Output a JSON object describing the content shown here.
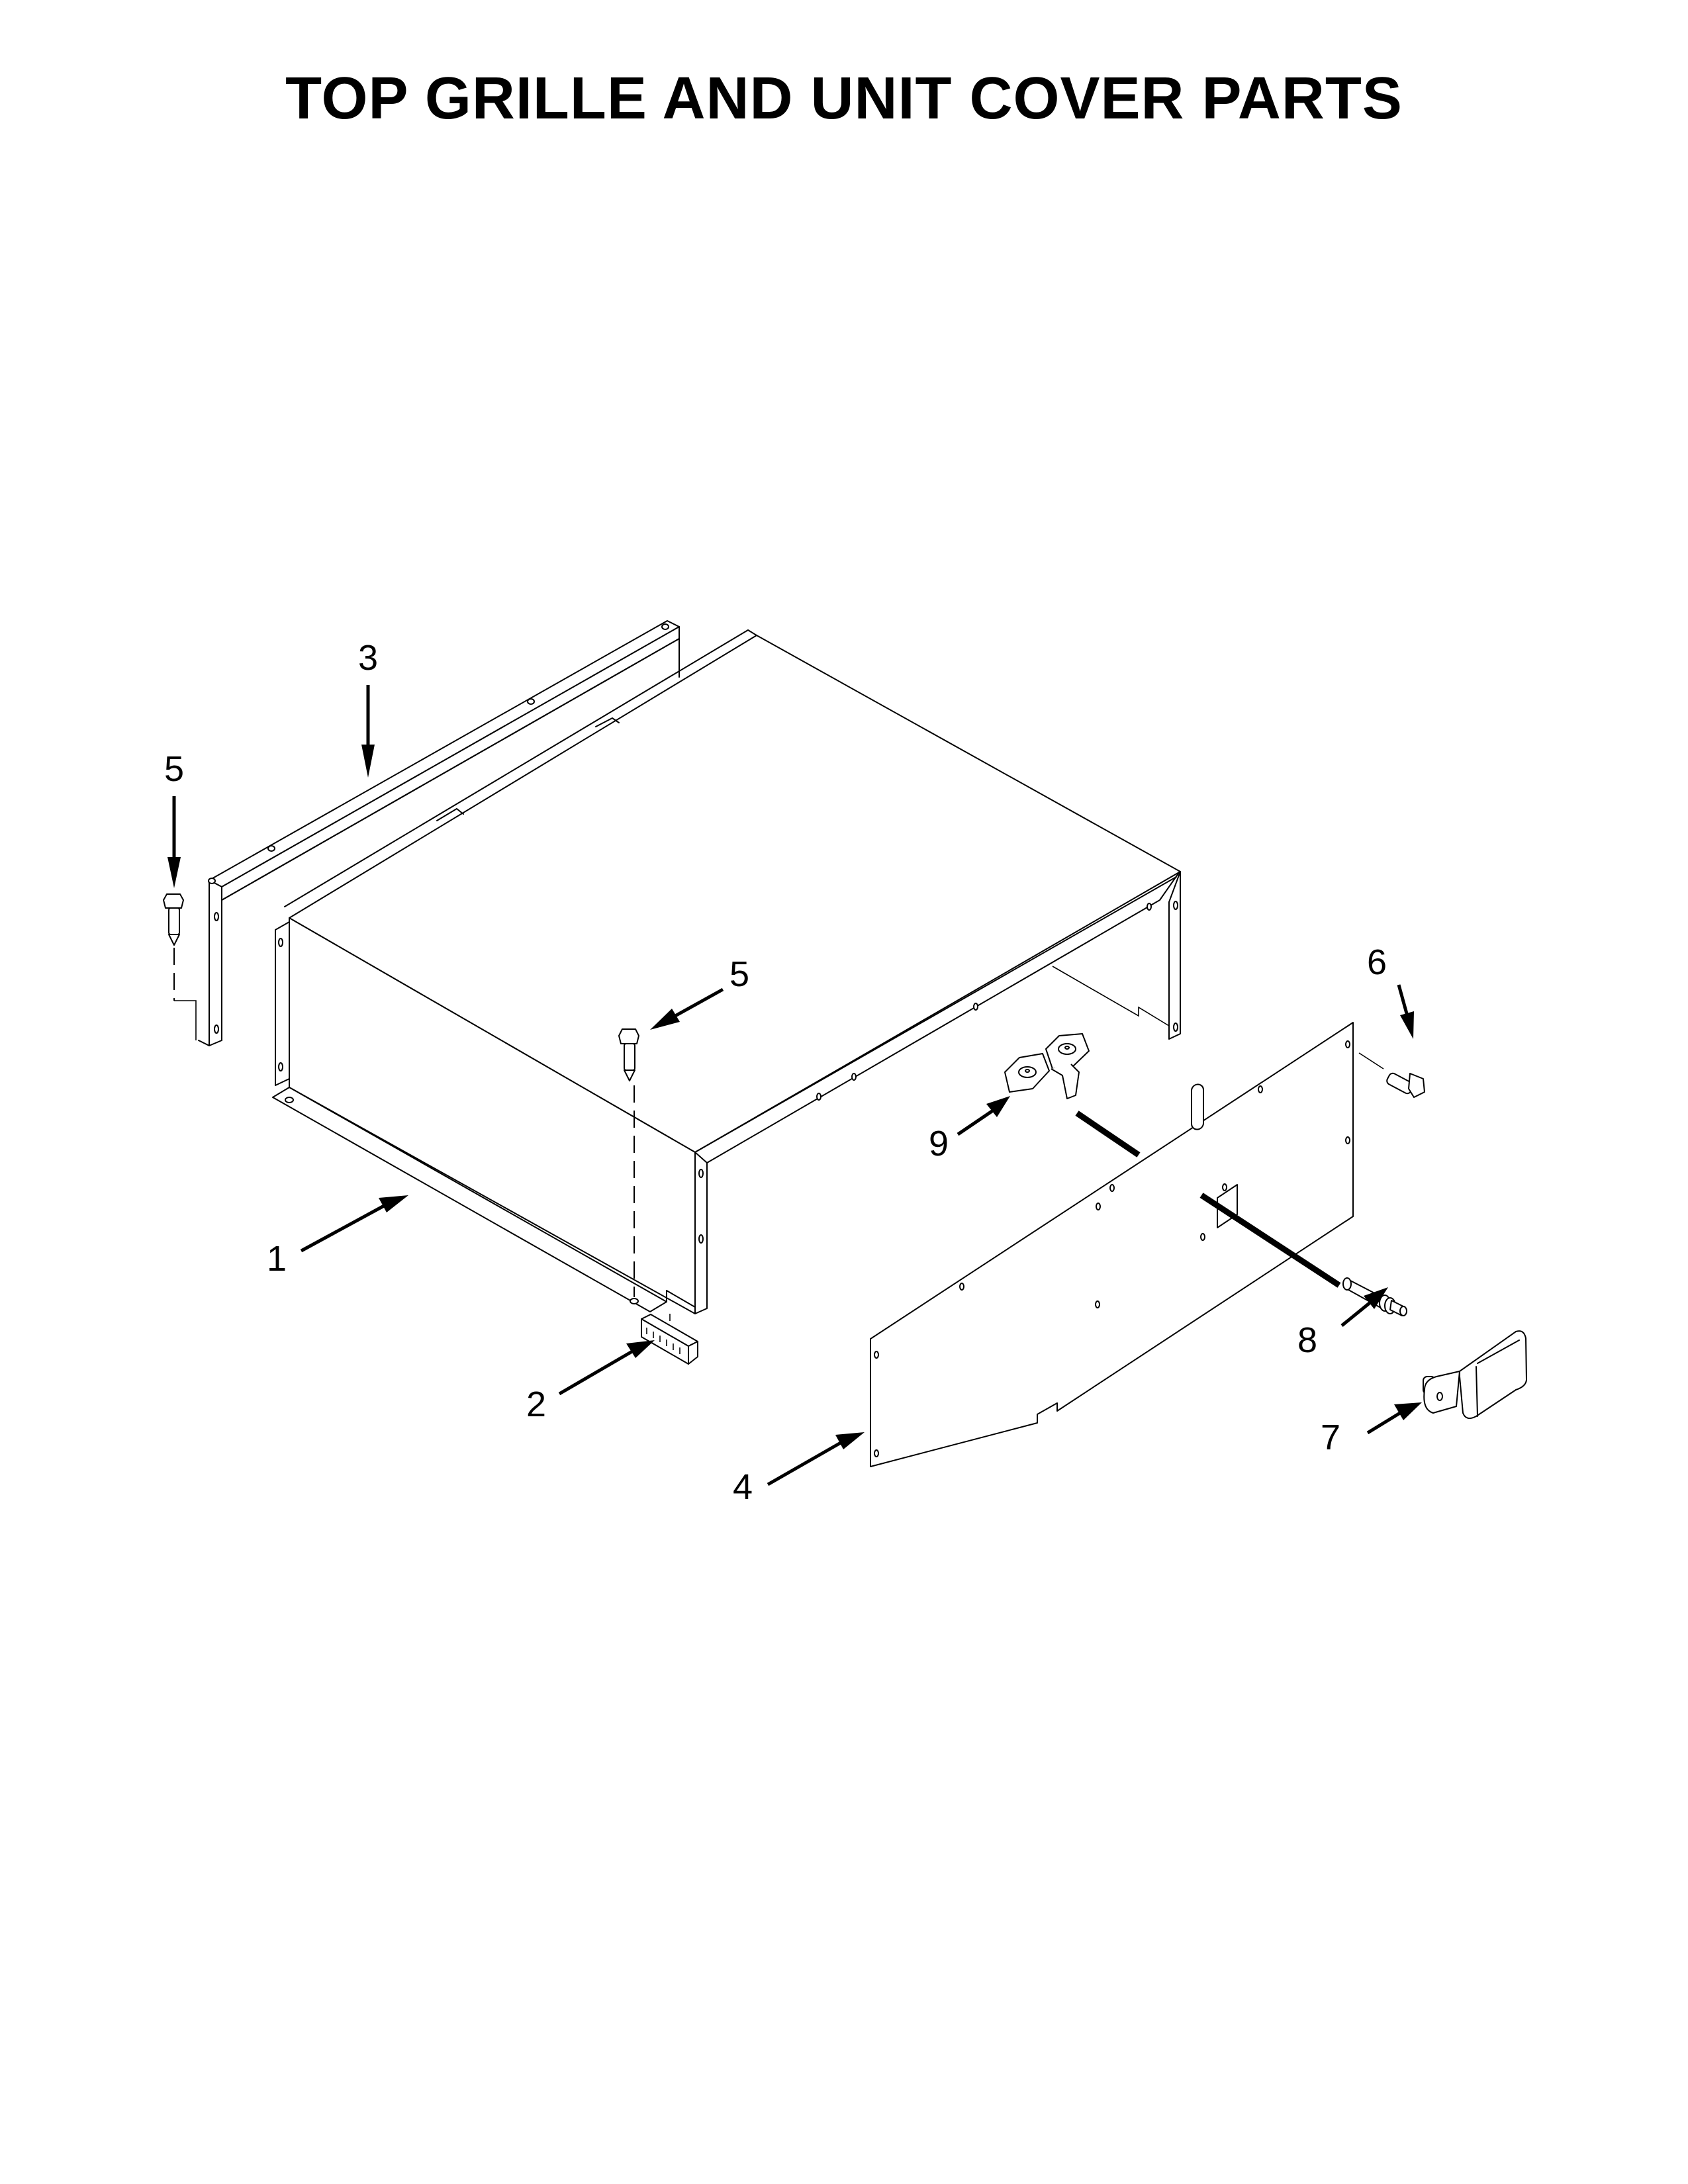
{
  "page": {
    "title": "TOP GRILLE AND UNIT COVER PARTS",
    "background": "#ffffff",
    "ink_color": "#000000"
  },
  "callouts": [
    {
      "id": "1",
      "label": "1",
      "part": "unit-cover"
    },
    {
      "id": "2",
      "label": "2",
      "part": "bracket"
    },
    {
      "id": "3",
      "label": "3",
      "part": "top-grille"
    },
    {
      "id": "4",
      "label": "4",
      "part": "back-panel"
    },
    {
      "id": "5a",
      "label": "5",
      "part": "screw-left"
    },
    {
      "id": "5b",
      "label": "5",
      "part": "screw-center"
    },
    {
      "id": "6",
      "label": "6",
      "part": "screw-right"
    },
    {
      "id": "7",
      "label": "7",
      "part": "shaft"
    },
    {
      "id": "8",
      "label": "8",
      "part": "hinge-bracket"
    },
    {
      "id": "9",
      "label": "9",
      "part": "knob-cover"
    }
  ]
}
